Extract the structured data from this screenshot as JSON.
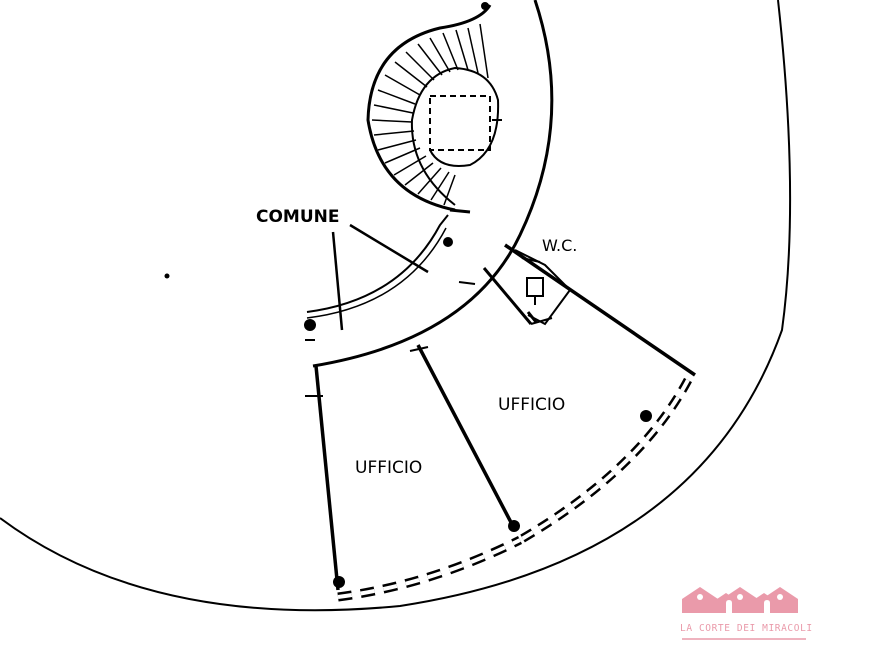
{
  "plan": {
    "labels": {
      "comune": "COMUNE",
      "wc": "W.C.",
      "ufficio_right": "UFFICIO",
      "ufficio_left": "UFFICIO"
    }
  },
  "watermark": {
    "text": "LA CORTE DEI MIRACOLI",
    "color": "#ea9aaa"
  }
}
